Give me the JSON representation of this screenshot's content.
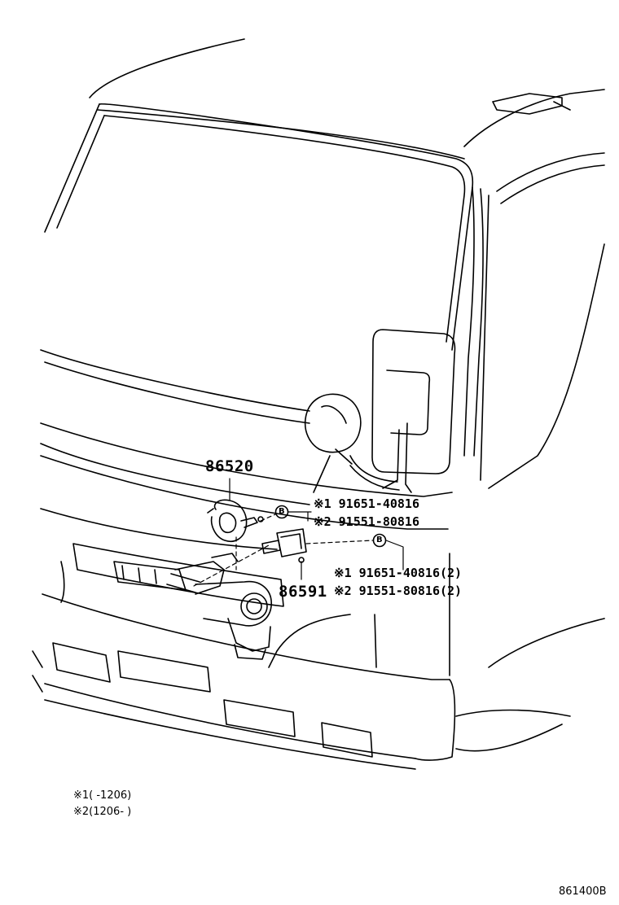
{
  "parts": {
    "horn": "86520",
    "bracket": "86591"
  },
  "fasteners": {
    "upper_1": "※1 91651-40816",
    "upper_2": "※2 91551-80816",
    "lower_1": "※1 91651-40816(2)",
    "lower_2": "※2 91551-80816(2)"
  },
  "ref_marker": "B",
  "notes": {
    "note1": "※1(     -1206)",
    "note2": "※2(1206-     )"
  },
  "figure_code": "861400B"
}
